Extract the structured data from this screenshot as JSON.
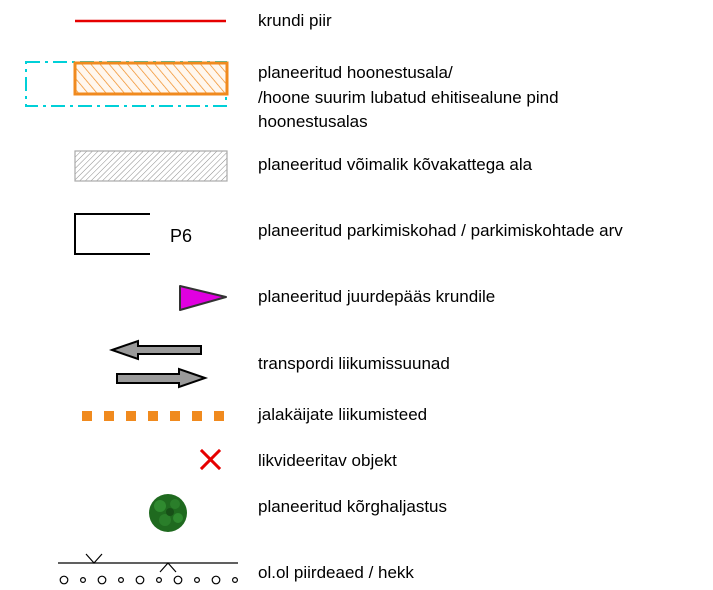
{
  "legend": {
    "items": [
      {
        "id": "plot-boundary",
        "label": "krundi piir",
        "color": "#e60000"
      },
      {
        "id": "building-area",
        "label": "planeeritud hoonestusala/ /hoone suurim lubatud ehitisealune pind hoonestusalas",
        "lines": [
          "planeeritud hoonestusala/",
          "/hoone suurim lubatud ehitisealune pind",
          "hoonestusalas"
        ],
        "colors": {
          "outline": "#00d0d8",
          "fill": "#f08a1e"
        }
      },
      {
        "id": "hard-surface",
        "label": "planeeritud võimalik kõvakattega ala",
        "color": "#bdbdbd"
      },
      {
        "id": "parking",
        "label": "planeeritud parkimiskohad / parkimiskohtade arv",
        "sample_text": "P6"
      },
      {
        "id": "access",
        "label": "planeeritud juurdepääs krundile",
        "color": "#e000e0"
      },
      {
        "id": "traffic-direction",
        "label": "transpordi liikumissuunad",
        "color": "#9a9a9a"
      },
      {
        "id": "pedestrian",
        "label": "jalakäijate liikumisteed",
        "color": "#f08a1e"
      },
      {
        "id": "removed-object",
        "label": "likvideeritav objekt",
        "color": "#e60000"
      },
      {
        "id": "greenery",
        "label": "planeeritud kõrghaljastus",
        "color": "#1f6a1f"
      },
      {
        "id": "fence",
        "label": "ol.ol piirdeaed / hekk"
      }
    ]
  }
}
